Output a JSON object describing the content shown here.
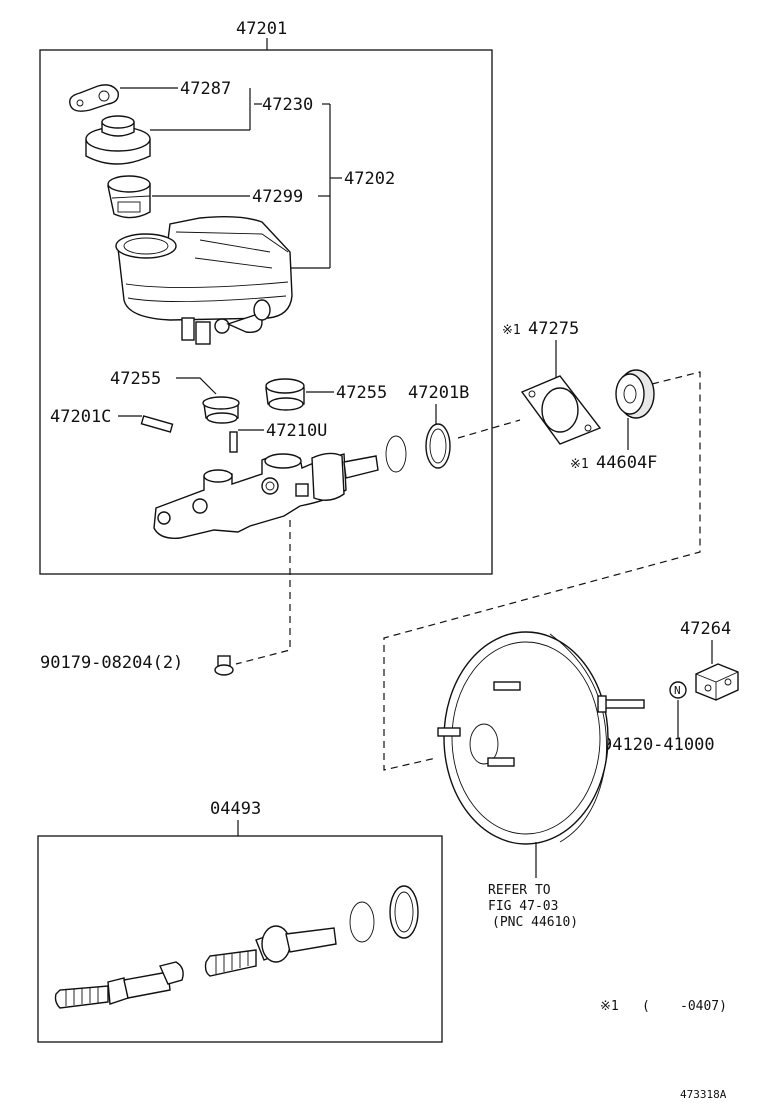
{
  "labels": {
    "assembly": "47201",
    "reservoir_gasket": "47287",
    "reservoir_cap": "47230",
    "reservoir_strainer": "47299",
    "reservoir_sub": "47202",
    "grommet_left": "47255",
    "grommet_right": "47255",
    "pin_left": "47201C",
    "pin_right": "47210U",
    "o_ring": "47201B",
    "gasket_plate": "47275",
    "gasket_plate_note": "※1",
    "seal": "44604F",
    "seal_note": "※1",
    "bolt": "90179-08204(2)",
    "clevis": "47264",
    "nut": "94120-41000",
    "nut_symbol": "N",
    "kit": "04493",
    "refer_line1": "REFER TO",
    "refer_line2": "FIG 47-03",
    "refer_line3": "(PNC 44610)",
    "footnote_mark": "※1",
    "footnote_open": "(",
    "footnote_range": "-0407)",
    "figure_id": "473318A"
  }
}
